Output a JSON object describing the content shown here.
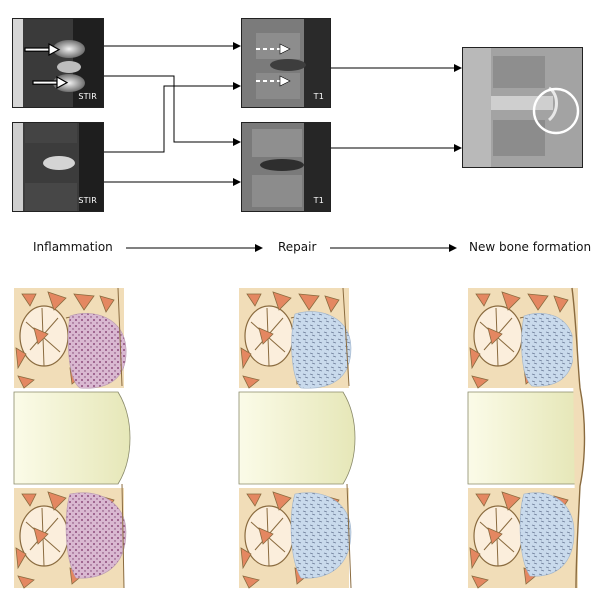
{
  "mri_labels": {
    "stir": "STIR",
    "t1": "T1"
  },
  "stages": {
    "inflammation": "Inflammation",
    "repair": "Repair",
    "new_bone": "New bone formation"
  },
  "colors": {
    "bone_tan": "#f1ddb8",
    "bone_outline": "#8a6b3f",
    "marrow_red": "#e48761",
    "disc_yellow": "#f2f2cf",
    "inflam_pink": "#c99bc0",
    "repair_blue": "#b9cfe6",
    "arrow": "#000000"
  }
}
